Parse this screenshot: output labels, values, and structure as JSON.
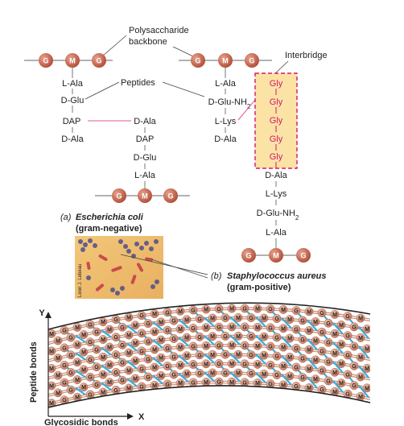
{
  "callouts": {
    "polysaccharide_line1": "Polysaccharide",
    "polysaccharide_line2": "backbone",
    "peptides": "Peptides",
    "interbridge": "Interbridge"
  },
  "sugars": {
    "g": "G",
    "m": "M"
  },
  "ecoli": {
    "left_chain": [
      "L-Ala",
      "D-Glu",
      "DAP",
      "D-Ala"
    ],
    "right_chain": [
      "D-Ala",
      "DAP",
      "D-Glu",
      "L-Ala"
    ],
    "caption_letter": "(a)",
    "caption_name": "Escherichia coli",
    "caption_type": "(gram-negative)",
    "photo_credit": "Leon J. Lebeau"
  },
  "saureus": {
    "top_chain": [
      "L-Ala",
      "D-Glu-NH2",
      "L-Lys",
      "D-Ala"
    ],
    "interbridge": [
      "Gly",
      "Gly",
      "Gly",
      "Gly",
      "Gly"
    ],
    "bottom_chain": [
      "D-Ala",
      "L-Lys",
      "D-Glu-NH2",
      "L-Ala"
    ],
    "caption_letter": "(b)",
    "caption_name": "Staphylococcus aureus",
    "caption_type": "(gram-positive)"
  },
  "axes": {
    "y": "Y",
    "x": "X",
    "y_label": "Peptide bonds",
    "x_label": "Glycosidic bonds"
  },
  "colors": {
    "sugar_ball": "#c1604a",
    "interbridge_fill": "#fbe3a6",
    "interbridge_border": "#d6186a",
    "crosslink": "#35aee0",
    "strand": "#c98d72"
  }
}
